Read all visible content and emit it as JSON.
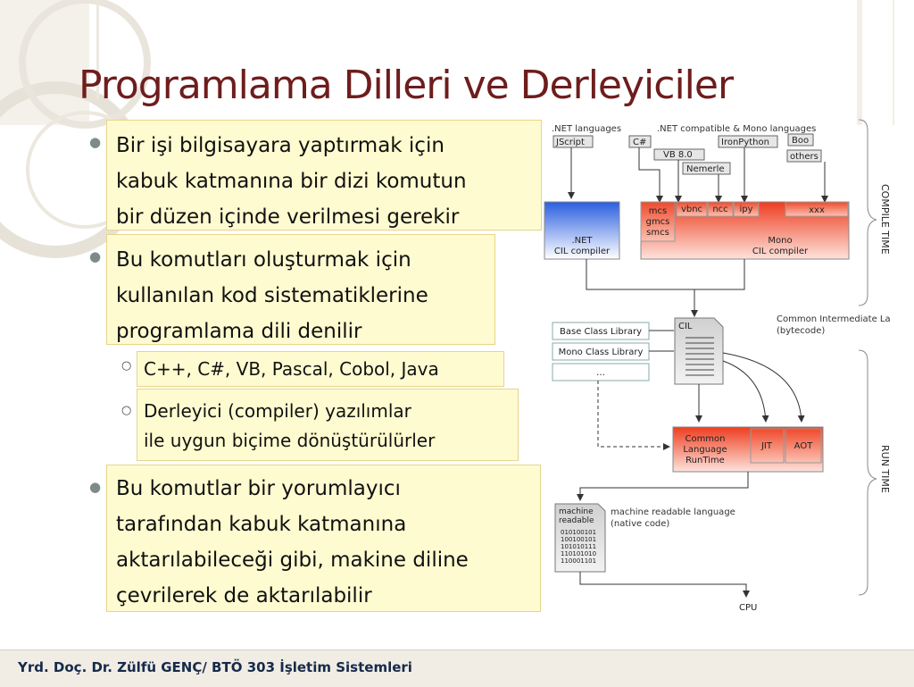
{
  "slide": {
    "title": "Programlama Dilleri ve Derleyiciler",
    "footer": "Yrd. Doç. Dr. Zülfü GENÇ/ BTÖ 303 İşletim Sistemleri"
  },
  "bullets": [
    {
      "lines": [
        "Bir işi bilgisayara yaptırmak için",
        "kabuk katmanına bir dizi komutun",
        "bir düzen içinde verilmesi gerekir"
      ]
    },
    {
      "lines": [
        "Bu komutları oluşturmak için",
        "kullanılan kod sistematiklerine",
        "programlama dili denilir"
      ]
    },
    {
      "lines": [
        "C++, C#, VB, Pascal, Cobol, Java"
      ]
    },
    {
      "lines": [
        "Derleyici (compiler) yazılımlar",
        "ile uygun biçime dönüştürülürler"
      ]
    },
    {
      "lines": [
        "Bu komutlar bir yorumlayıcı",
        "tarafından kabuk katmanına",
        "aktarılabileceği gibi, makine diline",
        "çevrilerek de aktarılabilir"
      ]
    }
  ],
  "diagram": {
    "net_languages_label": ".NET languages",
    "mono_languages_label": ".NET compatible & Mono languages",
    "jscript": "JScript",
    "csharp": "C#",
    "vb8": "VB 8.0",
    "ironpython": "IronPython",
    "boo": "Boo",
    "nemerle": "Nemerle",
    "others": "others",
    "net_compiler_line1": ".NET",
    "net_compiler_line2": "CIL compiler",
    "mcs": "mcs",
    "gmcs": "gmcs",
    "smcs": "smcs",
    "vbnc": "vbnc",
    "ncc": "ncc",
    "ipy": "ipy",
    "xxx": "xxx",
    "mono_compiler_line1": "Mono",
    "mono_compiler_line2": "CIL compiler",
    "compile_time": "COMPILE TIME",
    "run_time": "RUN TIME",
    "base_class_library": "Base Class Library",
    "mono_class_library": "Mono Class Library",
    "ellipsis": "…",
    "cil": "CIL",
    "cil_desc_line1": "Common Intermediate La",
    "cil_desc_line2": "(bytecode)",
    "clr_line1": "Common",
    "clr_line2": "Language",
    "clr_line3": "RunTime",
    "jit": "JIT",
    "aot": "AOT",
    "machine_line1": "machine",
    "machine_line2": "readable",
    "binary": [
      "010100101",
      "100100101",
      "101010111",
      "110101010",
      "110001101"
    ],
    "machine_desc_line1": "machine readable language",
    "machine_desc_line2": "(native code)",
    "cpu": "CPU"
  },
  "colors": {
    "title": "#6e1d1d",
    "box_fill": "#fffbd0",
    "net_blue": "#3a6fe0",
    "mono_red": "#ee4b2b",
    "footer_text": "#162a4a"
  }
}
